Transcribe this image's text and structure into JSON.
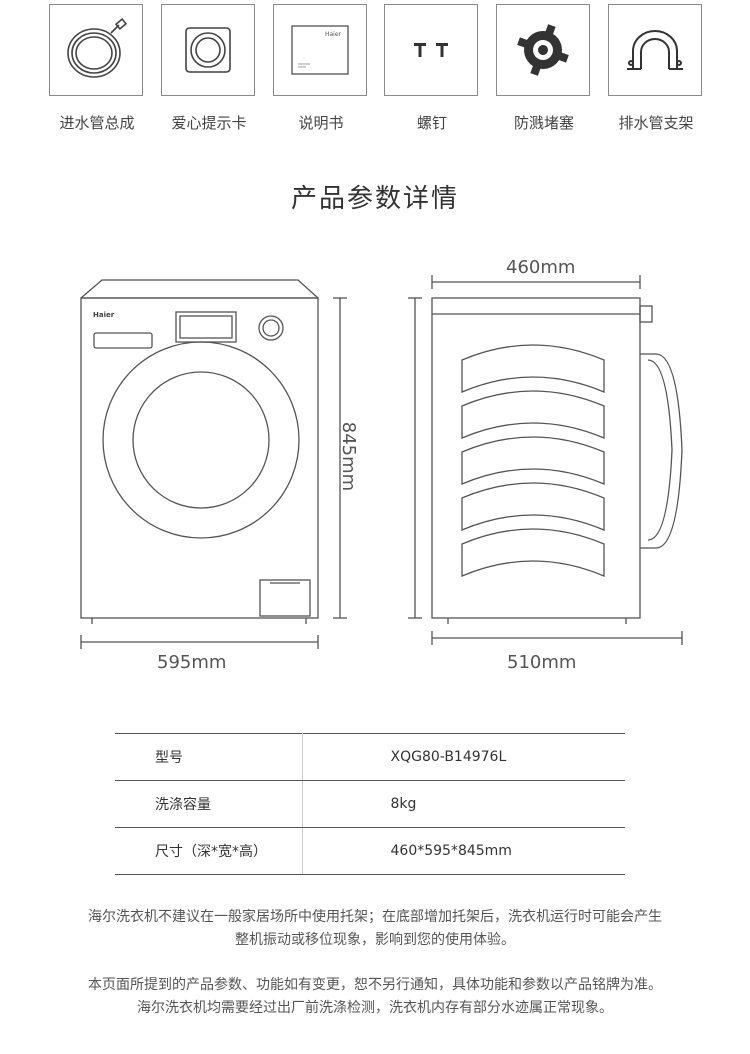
{
  "accessories": [
    {
      "label": "进水管总成",
      "icon": "hose-icon"
    },
    {
      "label": "爱心提示卡",
      "icon": "tip-card-icon"
    },
    {
      "label": "说明书",
      "icon": "manual-icon",
      "brand": "Haier"
    },
    {
      "label": "螺钉",
      "icon": "screw-icon"
    },
    {
      "label": "防溅堵塞",
      "icon": "splash-plug-icon"
    },
    {
      "label": "排水管支架",
      "icon": "drain-bracket-icon"
    }
  ],
  "section_title": "产品参数详情",
  "diagram": {
    "front_brand": "Haier",
    "width_label": "595mm",
    "height_label": "845mm",
    "depth_top_label": "460mm",
    "depth_bottom_label": "510mm"
  },
  "specs": [
    {
      "key": "型号",
      "value": "XQG80-B14976L"
    },
    {
      "key": "洗涤容量",
      "value": "8kg"
    },
    {
      "key": "尺寸（深*宽*高）",
      "value": "460*595*845mm"
    }
  ],
  "notes": [
    [
      "海尔洗衣机不建议在一般家居场所中使用托架；在底部增加托架后，洗衣机运行时可能会产生",
      "整机振动或移位现象，影响到您的使用体验。"
    ],
    [
      "本页面所提到的产品参数、功能如有变更，恕不另行通知，具体功能和参数以产品铭牌为准。",
      "海尔洗衣机均需要经过出厂前洗涤检测，洗衣机内存有部分水迹属正常现象。"
    ]
  ],
  "colors": {
    "line": "#555555",
    "box_border": "#8a8a8a",
    "text": "#333333"
  }
}
